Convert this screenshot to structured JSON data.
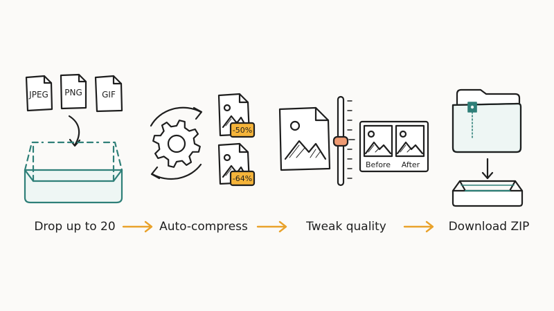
{
  "steps": [
    {
      "label": "Drop up to 20",
      "formats": [
        "JPEG",
        "PNG",
        "GIF"
      ]
    },
    {
      "label": "Auto-compress",
      "badges": [
        "-50%",
        "-64%"
      ]
    },
    {
      "label": "Tweak quality",
      "compare": {
        "before": "Before",
        "after": "After"
      }
    },
    {
      "label": "Download ZIP"
    }
  ],
  "colors": {
    "ink": "#1e1e1e",
    "teal": "#2e7f78",
    "teal_fill": "#eef6f4",
    "orange": "#e9a22b",
    "badge": "#f5b43a",
    "slider_handle": "#ef9a72",
    "paper": "#fbfaf8"
  },
  "icons": [
    "file-icon",
    "tray-icon",
    "gear-icon",
    "refresh-arrows-icon",
    "image-file-icon",
    "slider-icon",
    "folder-icon",
    "zipper-icon",
    "arrow-right-icon",
    "arrow-down-icon"
  ]
}
